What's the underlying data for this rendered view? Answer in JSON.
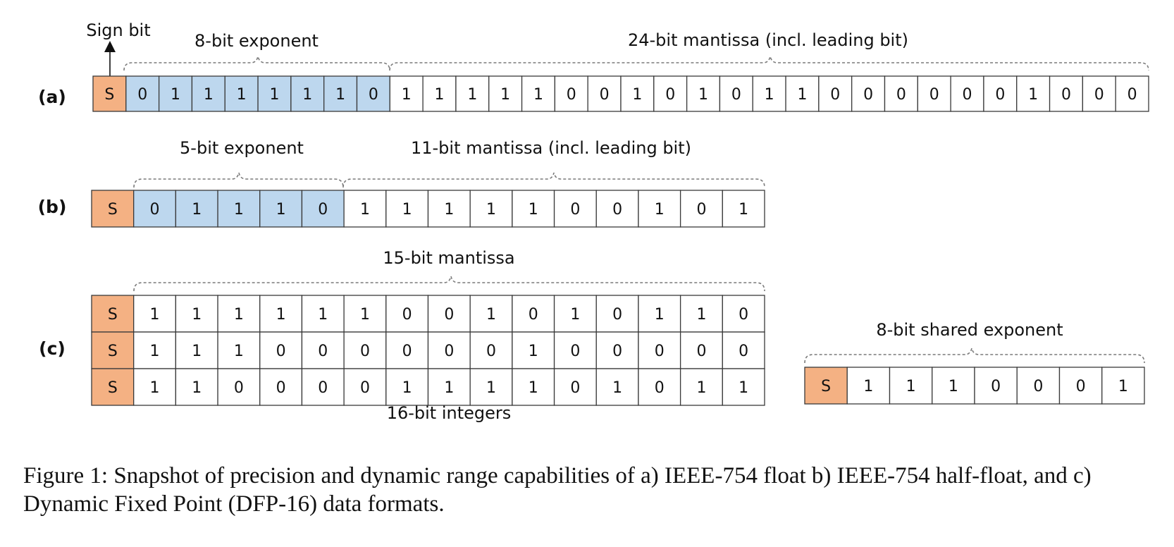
{
  "colors": {
    "sign": "#f4b183",
    "exponent": "#bdd7ee",
    "plain": "#ffffff"
  },
  "sign_label": "Sign bit",
  "rows": {
    "a": {
      "label": "(a)",
      "sign": "S",
      "exponent_label": "8-bit exponent",
      "mantissa_label": "24-bit mantissa (incl. leading bit)",
      "exponent_bits": [
        "0",
        "1",
        "1",
        "1",
        "1",
        "1",
        "1",
        "0"
      ],
      "mantissa_bits": [
        "1",
        "1",
        "1",
        "1",
        "1",
        "0",
        "0",
        "1",
        "0",
        "1",
        "0",
        "1",
        "1",
        "0",
        "0",
        "0",
        "0",
        "0",
        "0",
        "1",
        "0",
        "0",
        "0"
      ]
    },
    "b": {
      "label": "(b)",
      "sign": "S",
      "exponent_label": "5-bit exponent",
      "mantissa_label": "11-bit mantissa (incl. leading bit)",
      "exponent_bits": [
        "0",
        "1",
        "1",
        "1",
        "0"
      ],
      "mantissa_bits": [
        "1",
        "1",
        "1",
        "1",
        "1",
        "0",
        "0",
        "1",
        "0",
        "1"
      ]
    },
    "c": {
      "label": "(c)",
      "mantissa_label": "15-bit mantissa",
      "integers_label": "16-bit integers",
      "integers": [
        {
          "sign": "S",
          "bits": [
            "1",
            "1",
            "1",
            "1",
            "1",
            "1",
            "0",
            "0",
            "1",
            "0",
            "1",
            "0",
            "1",
            "1",
            "0"
          ]
        },
        {
          "sign": "S",
          "bits": [
            "1",
            "1",
            "1",
            "0",
            "0",
            "0",
            "0",
            "0",
            "0",
            "1",
            "0",
            "0",
            "0",
            "0",
            "0"
          ]
        },
        {
          "sign": "S",
          "bits": [
            "1",
            "1",
            "0",
            "0",
            "0",
            "0",
            "1",
            "1",
            "1",
            "1",
            "0",
            "1",
            "0",
            "1",
            "1"
          ]
        }
      ],
      "shared_exponent_label": "8-bit shared exponent",
      "shared_exponent": {
        "sign": "S",
        "bits": [
          "1",
          "1",
          "1",
          "0",
          "0",
          "0",
          "1"
        ]
      }
    }
  },
  "caption": "Figure 1: Snapshot of precision and dynamic range capabilities of a) IEEE-754 float b) IEEE-754 half-float, and c) Dynamic Fixed Point (DFP-16) data formats."
}
